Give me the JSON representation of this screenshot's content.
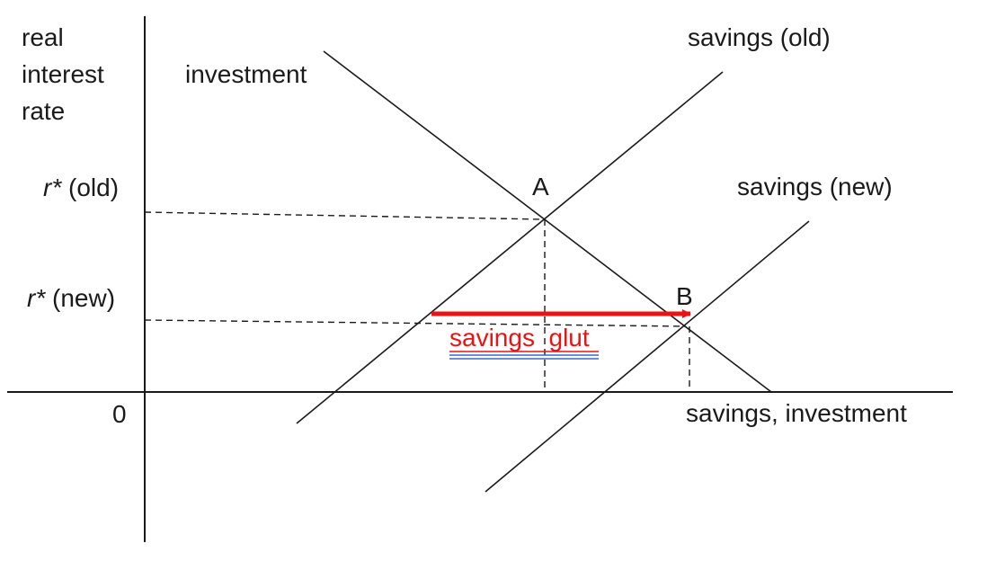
{
  "labels": {
    "y_axis_line1": "real",
    "y_axis_line2": "interest",
    "y_axis_line3": "rate",
    "x_axis": "savings, investment",
    "origin": "0",
    "investment": "investment",
    "savings_old": "savings (old)",
    "savings_new": "savings (new)",
    "r_star_symbol": "r*",
    "r_old_suffix": " (old)",
    "r_new_suffix": " (new)",
    "point_a": "A",
    "point_b": "B",
    "glut": "savings  glut"
  },
  "colors": {
    "ink": "#1a1a1a",
    "glut_arrow": "#ee1111",
    "glut_underline": "#3a66c9"
  }
}
